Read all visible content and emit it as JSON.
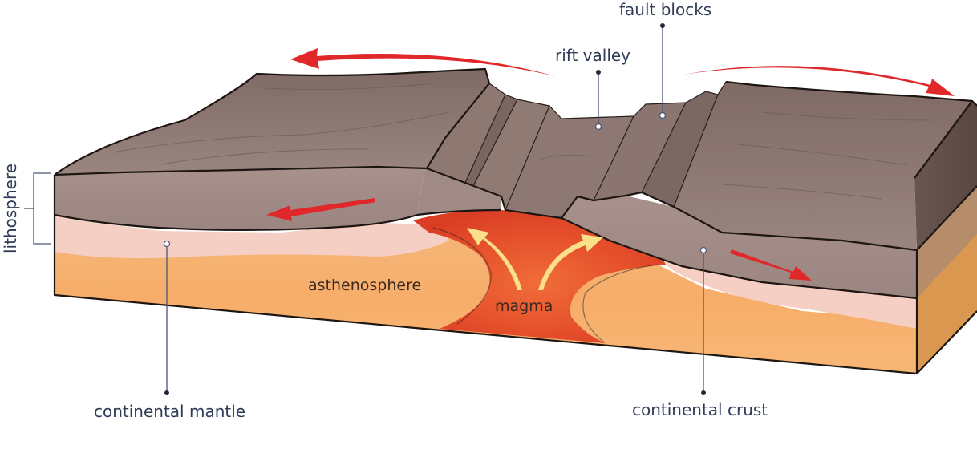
{
  "labels": {
    "fault_blocks": "fault blocks",
    "rift_valley": "rift valley",
    "lithosphere": "lithosphere",
    "asthenosphere": "asthenosphere",
    "magma": "magma",
    "continental_mantle": "continental mantle",
    "continental_crust": "continental crust"
  },
  "colors": {
    "crust_top": "#8c7670",
    "crust_front": "#a38d88",
    "mantle_band": "#f6cfc4",
    "asthenosphere": "#f5a96a",
    "magma": "#e4502c",
    "arrow_red": "#e0282a",
    "arrow_magma": "#fbe08a"
  }
}
